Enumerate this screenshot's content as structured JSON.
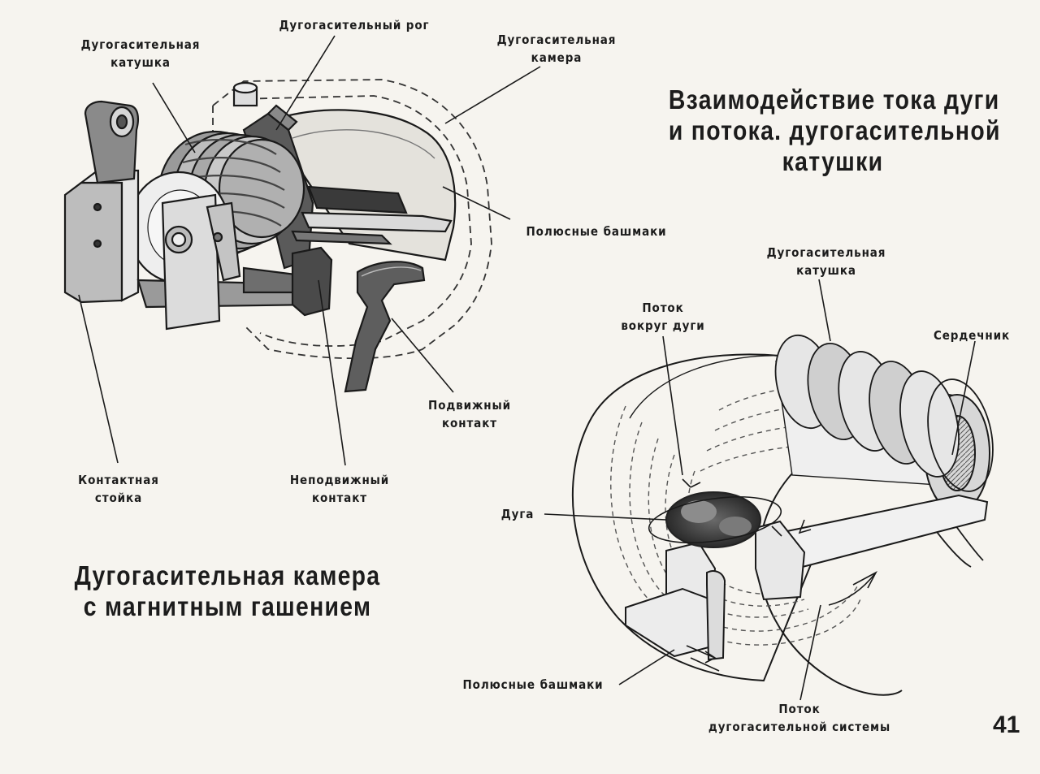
{
  "titles": {
    "interaction": [
      "Взаимодействие тока дуги",
      "и потока. дугогасительной",
      "катушки"
    ],
    "chamber": [
      "Дугогасительная камера",
      "с магнитным гашением"
    ]
  },
  "left_labels": {
    "coil": [
      "Дугогасительная",
      "катушка"
    ],
    "horn": [
      "Дугогасительный рог"
    ],
    "chamber": [
      "Дугогасительная",
      "камера"
    ],
    "pole_shoes": [
      "Полюсные башмаки"
    ],
    "moving_contact": [
      "Подвижный",
      "контакт"
    ],
    "fixed_contact": [
      "Неподвижный",
      "контакт"
    ],
    "contact_post": [
      "Контактная",
      "стойка"
    ]
  },
  "right_labels": {
    "coil": [
      "Дугогасительная",
      "катушка"
    ],
    "arc_flux": [
      "Поток",
      "вокруг дуги"
    ],
    "core": [
      "Сердечник"
    ],
    "arc": [
      "Дуга"
    ],
    "pole_shoes": [
      "Полюсные башмаки"
    ],
    "system_flux": [
      "Поток",
      "дугогасительной системы"
    ]
  },
  "page_number": "41"
}
